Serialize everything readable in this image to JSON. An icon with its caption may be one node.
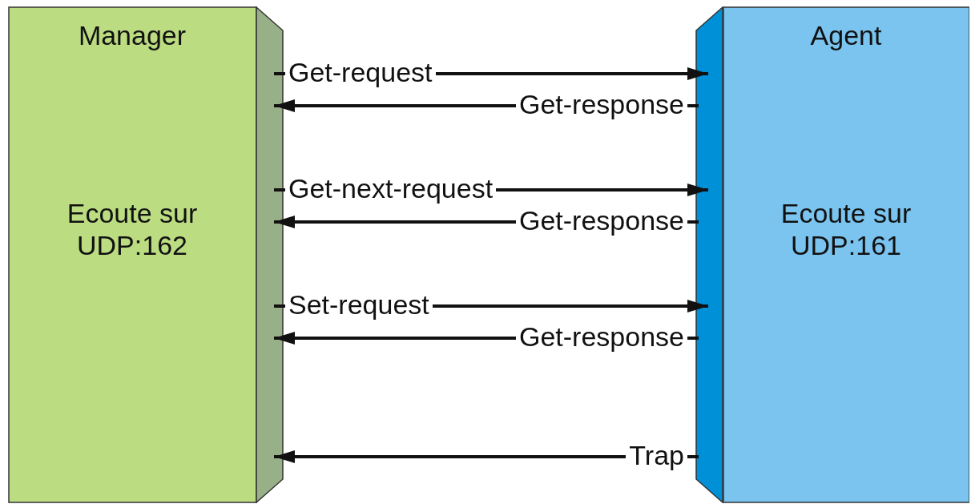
{
  "diagram": {
    "nodes": [
      {
        "text": [
          "Manager",
          "Ecoute sur UDP:162"
        ]
      },
      {
        "text": [
          "Agent",
          "Ecoute sur UDP:161"
        ]
      }
    ],
    "edges": [
      {
        "from": 0,
        "to": 1,
        "arrow": "to",
        "label": "Get-request"
      },
      {
        "from": 1,
        "to": 0,
        "arrow": "to",
        "label": "Get-response"
      },
      {
        "from": 0,
        "to": 1,
        "arrow": "to",
        "label": "Get-next-request"
      },
      {
        "from": 1,
        "to": 0,
        "arrow": "to",
        "label": "Get-response"
      },
      {
        "from": 0,
        "to": 1,
        "arrow": "to",
        "label": "Set-request"
      },
      {
        "from": 1,
        "to": 0,
        "arrow": "to",
        "label": "Get-response"
      },
      {
        "from": 1,
        "to": 0,
        "arrow": "to",
        "label": "Trap"
      }
    ]
  }
}
